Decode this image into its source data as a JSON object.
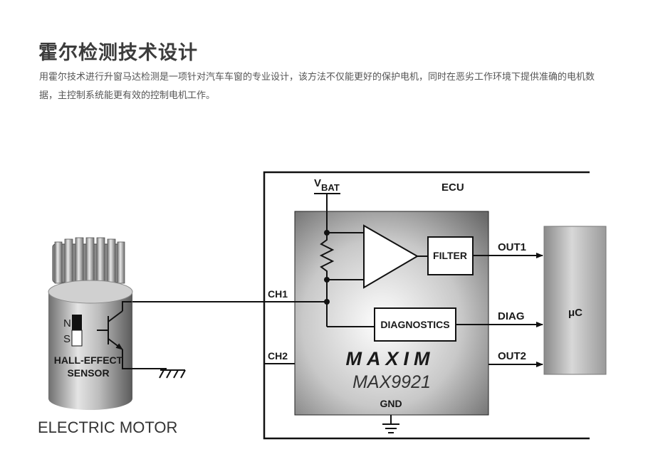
{
  "page": {
    "title": "霍尔检测技术设计",
    "description": "用霍尔技术进行升窗马达检测是一项针对汽车车窗的专业设计，该方法不仅能更好的保护电机，同时在恶劣工作环境下提供准确的电机数据，主控制系统能更有效的控制电机工作。"
  },
  "diagram": {
    "ecu_label": "ECU",
    "vbat_main": "V",
    "vbat_sub": "BAT",
    "filter_label": "FILTER",
    "diagnostics_label": "DIAGNOSTICS",
    "brand_logo": "MAXIM",
    "part_number": "MAX9921",
    "gnd_label": "GND",
    "ch1_label": "CH1",
    "ch2_label": "CH2",
    "out1_label": "OUT1",
    "diag_label": "DIAG",
    "out2_label": "OUT2",
    "uc_label": "μC",
    "sensor_n": "N",
    "sensor_s": "S",
    "sensor_line1": "HALL-EFFECT",
    "sensor_line2": "SENSOR",
    "motor_caption": "ELECTRIC MOTOR"
  }
}
